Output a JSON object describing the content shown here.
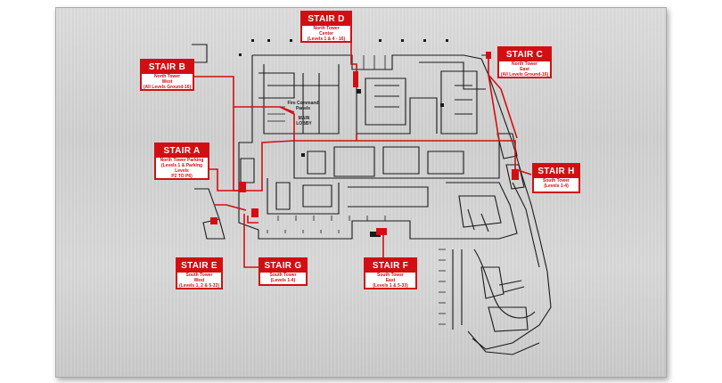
{
  "accent_color": "#d10f12",
  "stairs": {
    "d": {
      "title": "STAIR D",
      "lines": [
        "North Tower",
        "Center",
        "(Levels 1 & 4 - 16)"
      ]
    },
    "c": {
      "title": "STAIR C",
      "lines": [
        "North Tower",
        "East",
        "(All Levels Ground-16)"
      ]
    },
    "b": {
      "title": "STAIR B",
      "lines": [
        "North Tower",
        "West",
        "(All Levels Ground-16)"
      ]
    },
    "a": {
      "title": "STAIR A",
      "lines": [
        "North Tower Parking",
        "(Levels 1 & Parking Levels",
        "P2 TO P6)"
      ]
    },
    "h": {
      "title": "STAIR H",
      "lines": [
        "South Tower",
        "(Levels 1-4)"
      ]
    },
    "e": {
      "title": "STAIR E",
      "lines": [
        "South Tower",
        "West",
        "(Levels 1, 2 & 5-33)"
      ]
    },
    "g": {
      "title": "STAIR G",
      "lines": [
        "South Tower",
        "(Levels 1-4)"
      ]
    },
    "f": {
      "title": "STAIR F",
      "lines": [
        "South Tower",
        "East",
        "(Levels 1 & 5-33)"
      ]
    }
  },
  "plan_text": {
    "fire_panels": [
      "Fire Command",
      "Panels"
    ],
    "main_lobby": [
      "MAIN",
      "LOBBY"
    ]
  }
}
